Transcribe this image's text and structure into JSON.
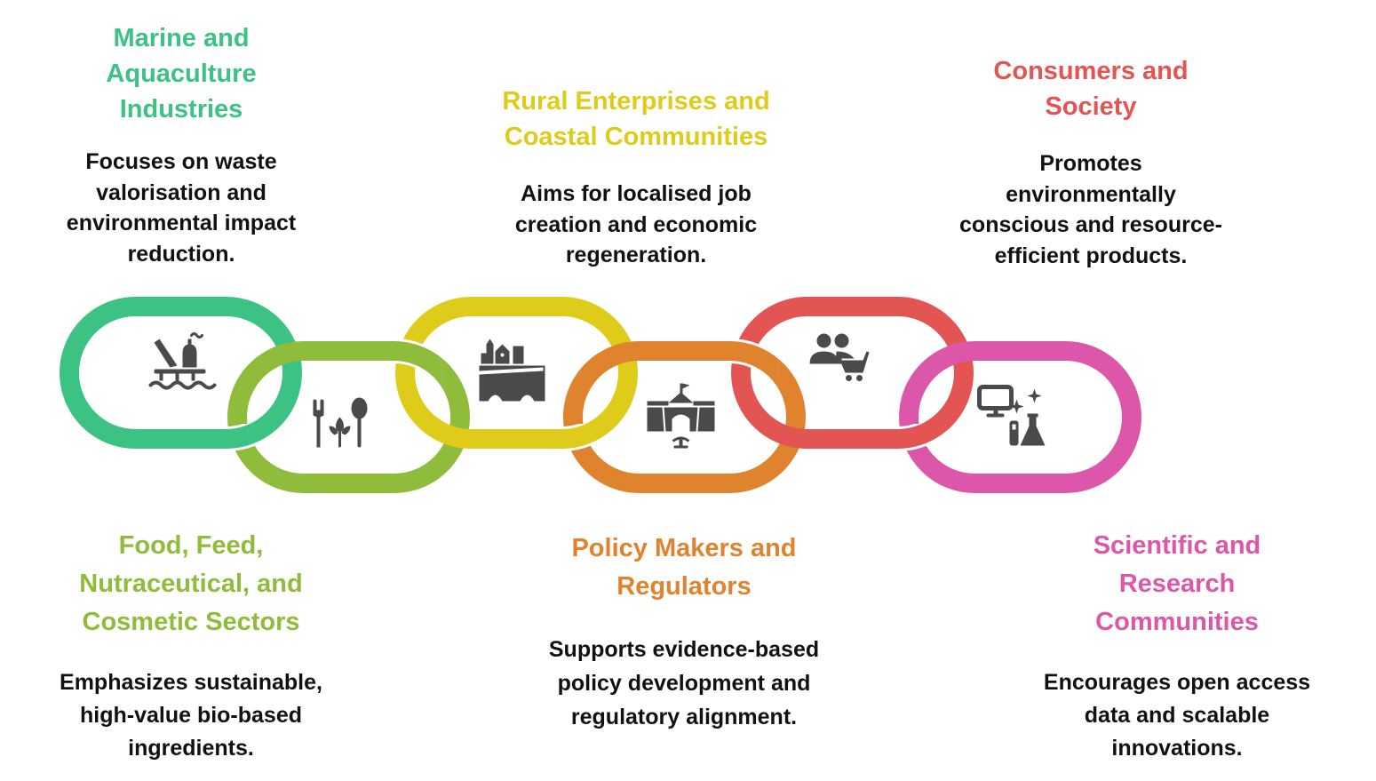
{
  "diagram": {
    "type": "interlocking-chain",
    "icon_color": "#4a4a4a",
    "links": [
      {
        "id": "marine",
        "color": "#3cc383",
        "icon": "offshore-platform-icon",
        "title_lines": [
          "Marine and",
          "Aquaculture",
          "Industries"
        ],
        "desc_lines": [
          "Focuses on waste",
          "valorisation and",
          "environmental impact",
          "reduction."
        ]
      },
      {
        "id": "food",
        "color": "#8fbc3a",
        "icon": "fork-leaf-spoon-icon",
        "title_lines": [
          "Food, Feed,",
          "Nutraceutical, and",
          "Cosmetic Sectors"
        ],
        "desc_lines": [
          "Emphasizes sustainable,",
          "high-value bio-based",
          "ingredients."
        ]
      },
      {
        "id": "rural",
        "color": "#dfcb1a",
        "icon": "village-bridge-icon",
        "title_lines": [
          "Rural Enterprises and",
          "Coastal Communities"
        ],
        "desc_lines": [
          "Aims for localised job",
          "creation and economic",
          "regeneration."
        ]
      },
      {
        "id": "policy",
        "color": "#e0832f",
        "icon": "government-building-icon",
        "title_lines": [
          "Policy Makers and",
          "Regulators"
        ],
        "desc_lines": [
          "Supports evidence-based",
          "policy development and",
          "regulatory alignment."
        ]
      },
      {
        "id": "consumers",
        "color": "#e35553",
        "icon": "people-cart-icon",
        "title_lines": [
          "Consumers and",
          "Society"
        ],
        "desc_lines": [
          "Promotes",
          "environmentally",
          "conscious and resource-",
          "efficient products."
        ]
      },
      {
        "id": "science",
        "color": "#dc57a9",
        "icon": "computer-lab-flask-icon",
        "title_lines": [
          "Scientific and",
          "Research",
          "Communities"
        ],
        "desc_lines": [
          "Encourages open access",
          "data and scalable",
          "innovations."
        ]
      }
    ]
  }
}
